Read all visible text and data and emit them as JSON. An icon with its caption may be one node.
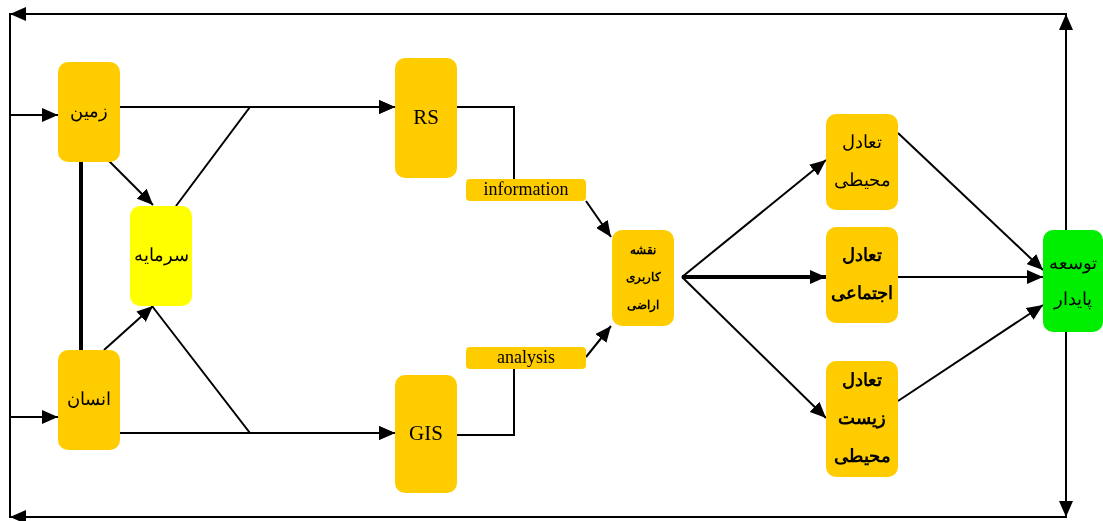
{
  "diagram": {
    "nodes": [
      {
        "text": [
          "زمین"
        ]
      },
      {
        "text": [
          "سرمایه"
        ]
      },
      {
        "text": [
          "انسان"
        ]
      },
      {
        "text": [
          "RS"
        ]
      },
      {
        "text": [
          "GIS"
        ]
      },
      {
        "text": [
          "information"
        ]
      },
      {
        "text": [
          "analysis"
        ]
      },
      {
        "text": [
          "نقشه کاربری اراضی"
        ]
      },
      {
        "text": [
          "تعادل محیطی"
        ]
      },
      {
        "text": [
          "تعادل اجتماعی"
        ]
      },
      {
        "text": [
          "تعادل زیست محیطی"
        ]
      },
      {
        "text": [
          "توسعه پایدار"
        ]
      }
    ],
    "edges": [
      {
        "from": 0,
        "to": 1,
        "arrow": "to"
      },
      {
        "from": 2,
        "to": 1,
        "arrow": "to"
      },
      {
        "from": 0,
        "to": 2,
        "arrow": "none",
        "style": "thick"
      },
      {
        "from": 0,
        "to": 3,
        "arrow": "to"
      },
      {
        "from": 1,
        "to": 3,
        "arrow": "to"
      },
      {
        "from": 2,
        "to": 4,
        "arrow": "to"
      },
      {
        "from": 1,
        "to": 4,
        "arrow": "to"
      },
      {
        "from": 3,
        "to": 5,
        "arrow": "none"
      },
      {
        "from": 4,
        "to": 6,
        "arrow": "none"
      },
      {
        "from": 5,
        "to": 7,
        "arrow": "to"
      },
      {
        "from": 6,
        "to": 7,
        "arrow": "to"
      },
      {
        "from": 7,
        "to": 8,
        "arrow": "to"
      },
      {
        "from": 7,
        "to": 9,
        "arrow": "to",
        "style": "thick"
      },
      {
        "from": 7,
        "to": 10,
        "arrow": "to"
      },
      {
        "from": 8,
        "to": 11,
        "arrow": "to"
      },
      {
        "from": 9,
        "to": 11,
        "arrow": "to"
      },
      {
        "from": 10,
        "to": 11,
        "arrow": "to"
      },
      {
        "from": 11,
        "to": 0,
        "arrow": "to"
      },
      {
        "from": 11,
        "to": 2,
        "arrow": "to"
      }
    ]
  }
}
